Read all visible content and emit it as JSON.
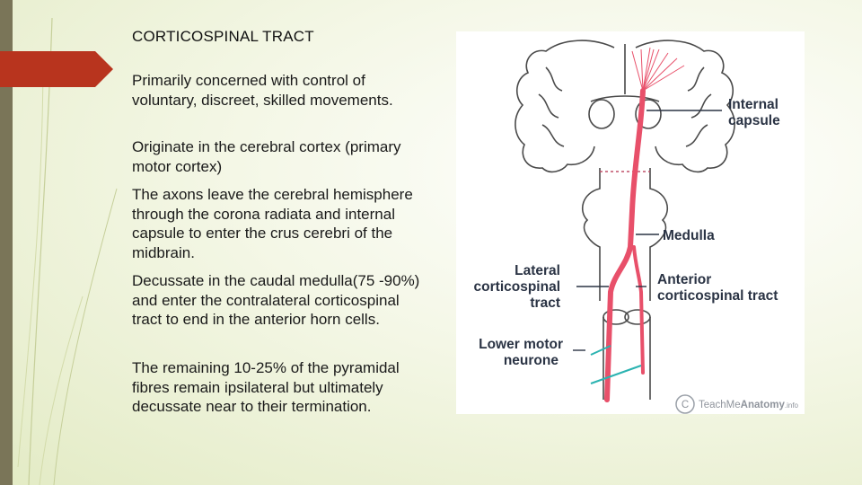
{
  "slide": {
    "title": "CORTICOSPINAL TRACT",
    "paragraphs": [
      "Primarily concerned with control of voluntary, discreet, skilled movements.",
      "Originate in the cerebral cortex (primary motor cortex)",
      "The axons leave the cerebral hemisphere through the corona radiata and internal capsule to enter the crus cerebri of the midbrain.",
      " Decussate in the caudal medulla(75 -90%) and enter the contralateral corticospinal tract to end in the anterior horn cells.",
      "The remaining 10-25% of the pyramidal fibres remain ipsilateral but ultimately decussate near to their termination."
    ]
  },
  "figure": {
    "labels": {
      "internal_capsule_1": "Internal",
      "internal_capsule_2": "capsule",
      "medulla": "Medulla",
      "lateral_1": "Lateral",
      "lateral_2": "corticospinal",
      "lateral_3": "tract",
      "anterior_1": "Anterior",
      "anterior_2": "corticospinal tract",
      "lower_motor_1": "Lower motor",
      "lower_motor_2": "neurone"
    },
    "watermark": {
      "symbol": "C",
      "brand_regular": "TeachMe",
      "brand_bold": "Anatomy",
      "suffix": ".info"
    },
    "colors": {
      "tract": "#e8506a",
      "outline": "#4a4a4a",
      "motor_neurone": "#2bb3b1"
    }
  },
  "theme": {
    "accent": "#b8341e",
    "sidebar": "#7a7558",
    "background": "#eef3d8"
  }
}
